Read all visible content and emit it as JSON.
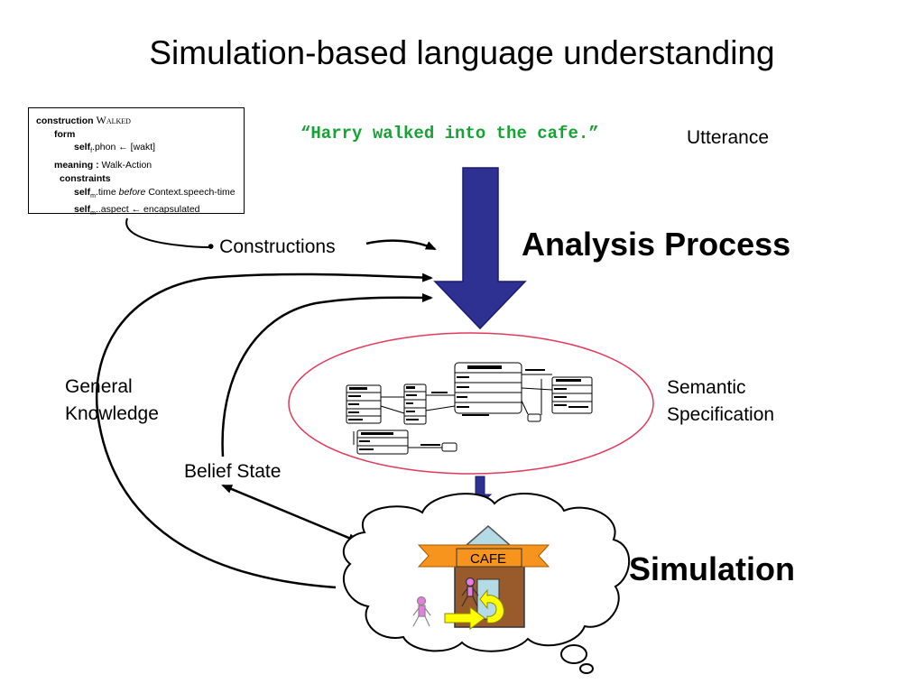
{
  "title": "Simulation-based language understanding",
  "utterance": {
    "text": "“Harry walked into the cafe.”",
    "label": "Utterance",
    "color": "#16a334"
  },
  "construction_box": {
    "keyword": "construction",
    "name": "Walked",
    "form_label": "form",
    "form_self": "self",
    "form_sub": "f",
    "form_rest": ".phon ← [wakt]",
    "meaning_label": "meaning :",
    "meaning_value": "Walk-Action",
    "constraints_label": "constraints",
    "c1_self": "self",
    "c1_sub": "m",
    "c1_mid": ".time",
    "c1_italic": "before",
    "c1_rest": "Context.speech-time",
    "c2_self": "self",
    "c2_sub": "m",
    "c2_rest": "..aspect ← encapsulated"
  },
  "labels": {
    "constructions": "• Constructions",
    "analysis_process": "Analysis Process",
    "general_knowledge": "General Knowledge",
    "belief_state": "Belief State",
    "semantic_specification": "Semantic Specification",
    "simulation": "Simulation"
  },
  "cafe_sign": "CAFE",
  "colors": {
    "arrow_fill": "#2e3192",
    "ellipse_stroke": "#e23a5a",
    "banner": "#f7941d",
    "roof": "#b4dae6",
    "house": "#9a5b2c",
    "person": "#e87ce0",
    "yellow_arrow": "#ffff00"
  }
}
